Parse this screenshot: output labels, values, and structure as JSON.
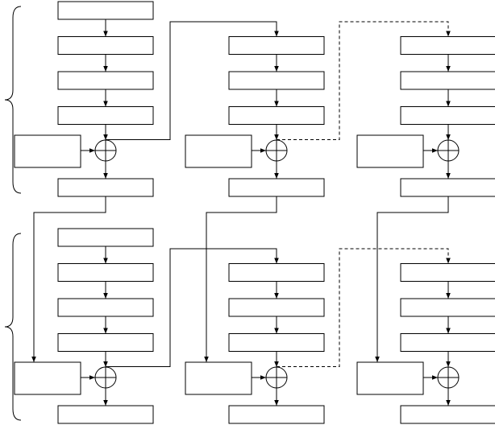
{
  "diagram": {
    "groups": [
      {
        "id": "top",
        "columns": 3,
        "register_boxes_per_column": 4,
        "has_side_input_box": true,
        "has_output_box": true
      },
      {
        "id": "bottom",
        "columns": 3,
        "register_boxes_per_column": 4,
        "has_side_input_box": true,
        "has_output_box": true
      }
    ],
    "operator_symbol": "xor-circle",
    "connections": {
      "column1_to_column2": "solid",
      "column2_to_column3": "dashed",
      "top_outputs_to_bottom_side_inputs": "solid"
    },
    "left_braces": 2,
    "labels": []
  }
}
